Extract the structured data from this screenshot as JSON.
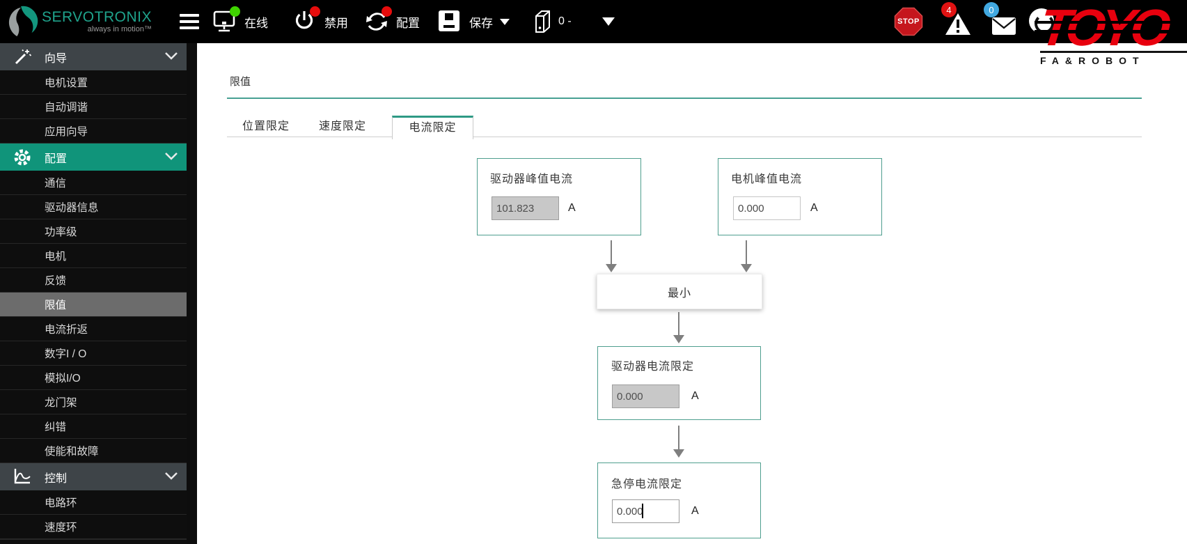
{
  "topbar": {
    "brand_name": "SERVOTRONIX",
    "brand_tagline": "always in motion™",
    "online_label": "在线",
    "disabled_label": "禁用",
    "config_label": "配置",
    "save_label": "保存",
    "drive_value": "0 -",
    "stop_label": "STOP",
    "warning_badge": "4",
    "mail_badge": "0",
    "toyo_name": "TOYO",
    "toyo_subtitle": "FA&ROBOT"
  },
  "sidebar": {
    "items": [
      {
        "label": "向导",
        "type": "header",
        "icon": "wand-icon"
      },
      {
        "label": "电机设置",
        "type": "item"
      },
      {
        "label": "自动调谐",
        "type": "item"
      },
      {
        "label": "应用向导",
        "type": "item"
      },
      {
        "label": "配置",
        "type": "header",
        "icon": "gear-icon"
      },
      {
        "label": "通信",
        "type": "item"
      },
      {
        "label": "驱动器信息",
        "type": "item"
      },
      {
        "label": "功率级",
        "type": "item"
      },
      {
        "label": "电机",
        "type": "item"
      },
      {
        "label": "反馈",
        "type": "item"
      },
      {
        "label": "限值",
        "type": "item",
        "selected": true
      },
      {
        "label": "电流折返",
        "type": "item"
      },
      {
        "label": "数字I / O",
        "type": "item"
      },
      {
        "label": "模拟I/O",
        "type": "item"
      },
      {
        "label": "龙门架",
        "type": "item"
      },
      {
        "label": "纠错",
        "type": "item"
      },
      {
        "label": "使能和故障",
        "type": "item"
      },
      {
        "label": "控制",
        "type": "header",
        "icon": "curve-icon"
      },
      {
        "label": "电路环",
        "type": "item"
      },
      {
        "label": "速度环",
        "type": "item"
      }
    ]
  },
  "main": {
    "title": "限值",
    "tabs": [
      {
        "label": "位置限定",
        "active": false
      },
      {
        "label": "速度限定",
        "active": false
      },
      {
        "label": "电流限定",
        "active": true
      }
    ],
    "diagram": {
      "drive_peak": {
        "label": "驱动器峰值电流",
        "value": "101.823",
        "unit": "A",
        "readonly": true
      },
      "motor_peak": {
        "label": "电机峰值电流",
        "value": "0.000",
        "unit": "A",
        "readonly": false
      },
      "min_node": {
        "label": "最小"
      },
      "drive_limit": {
        "label": "驱动器电流限定",
        "value": "0.000",
        "unit": "A",
        "readonly": true
      },
      "estop_limit": {
        "label": "急停电流限定",
        "value": "0.000",
        "unit": "A",
        "readonly": false,
        "focused": true
      }
    }
  },
  "colors": {
    "teal_brand": "#10947a",
    "box_border": "#4e9e8e",
    "status_green": "#3fd400",
    "status_red": "#e60c0c",
    "badge_red": "#e01212",
    "badge_blue": "#41a8e0",
    "stop_red": "#c5161d",
    "toyo_red": "#e8000e"
  }
}
